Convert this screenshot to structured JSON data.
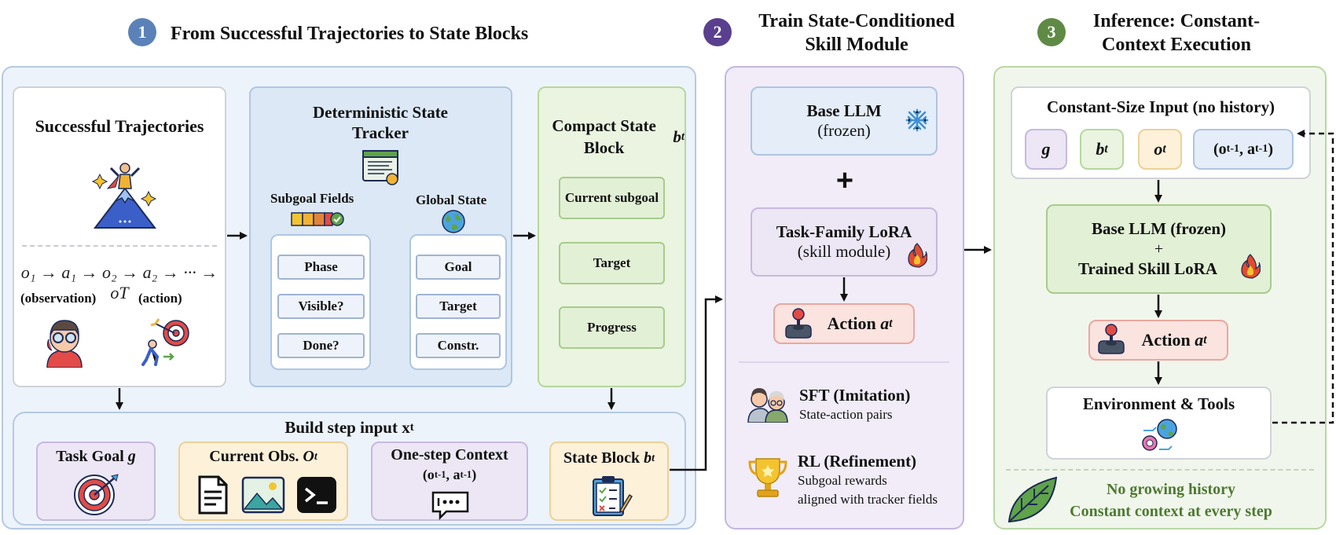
{
  "section1": {
    "badge": "1",
    "title": "From Successful Trajectories to State Blocks",
    "trajectories": {
      "title": "Successful Trajectories",
      "sequence": "o₁ → a₁ → o₂ → a₂ → ··· → oT",
      "observation_label": "(observation)",
      "action_label": "(action)"
    },
    "tracker": {
      "title": "Deterministic State Tracker",
      "subgoal_title": "Subgoal Fields",
      "subgoal_fields": [
        "Phase",
        "Visible?",
        "Done?"
      ],
      "global_title": "Global State",
      "global_fields": [
        "Goal",
        "Target",
        "Constr."
      ]
    },
    "state_block": {
      "title": "Compact State Block",
      "title_var": "b",
      "title_sub": "t",
      "fields": [
        "Current subgoal",
        "Target",
        "Progress"
      ]
    },
    "build": {
      "title": "Build step input x",
      "title_sub": "t",
      "task_goal": "Task Goal",
      "task_goal_var": "g",
      "current_obs": "Current Obs.",
      "current_obs_var": "O",
      "current_obs_sub": "t",
      "one_step": "One-step Context",
      "one_step_detail": "(o",
      "one_step_detail_sub1": "t-1",
      "one_step_detail_mid": ", a",
      "one_step_detail_sub2": "t-1",
      "one_step_detail_end": ")",
      "state_block": "State Block",
      "state_block_var": "b",
      "state_block_sub": "t"
    }
  },
  "section2": {
    "badge": "2",
    "title_line1": "Train State-Conditioned",
    "title_line2": "Skill Module",
    "base_llm": "Base LLM",
    "base_llm_note": "(frozen)",
    "plus": "+",
    "lora": "Task-Family LoRA",
    "lora_note": "(skill module)",
    "action": "Action",
    "action_var": "a",
    "action_sub": "t",
    "sft_title": "SFT (Imitation)",
    "sft_desc": "State-action pairs",
    "rl_title": "RL (Refinement)",
    "rl_desc1": "Subgoal rewards",
    "rl_desc2": "aligned with tracker fields"
  },
  "section3": {
    "badge": "3",
    "title_line1": "Inference: Constant-",
    "title_line2": "Context Execution",
    "input_title": "Constant-Size Input (no history)",
    "g": "g",
    "b": "b",
    "b_sub": "t",
    "o": "o",
    "o_sub": "t",
    "ctx_open": "(o",
    "ctx_sub1": "t-1",
    "ctx_mid": ", a",
    "ctx_sub2": "t-1",
    "ctx_close": ")",
    "llm_line1": "Base LLM (frozen)",
    "llm_plus": "+",
    "llm_line2": "Trained Skill LoRA",
    "action": "Action",
    "action_var": "a",
    "action_sub": "t",
    "env": "Environment & Tools",
    "footer1": "No growing history",
    "footer2": "Constant context at every step"
  },
  "colors": {
    "badge1": "#5b82b8",
    "badge2": "#5a3f8e",
    "badge3": "#5f8a45",
    "footer_text": "#4d7a31",
    "action_bg": "#fbe3df",
    "action_border": "#e8a8a0"
  },
  "icons": [
    "mountain-climber-icon",
    "document-icon",
    "monitor-icon",
    "globe-icon",
    "toggle-bar-icon",
    "person-goggles-icon",
    "archer-target-icon",
    "target-icon",
    "file-icon",
    "image-icon",
    "terminal-icon",
    "chat-bubble-icon",
    "clipboard-icon",
    "snowflake-icon",
    "fire-icon",
    "joystick-icon",
    "team-icon",
    "trophy-icon",
    "leaf-icon"
  ]
}
